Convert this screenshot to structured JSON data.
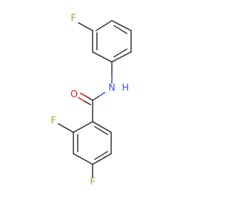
{
  "molecule": {
    "atom_labels": {
      "f_top": "F",
      "f_ortho": "F",
      "f_para": "F",
      "oxygen": "O",
      "nitrogen": "N",
      "hydrogen": "H"
    },
    "colors": {
      "bond": "#3a3a3a",
      "fluorine": "#90b030",
      "oxygen": "#e8201f",
      "nitrogen": "#3050f8",
      "background": "#ffffff"
    }
  }
}
